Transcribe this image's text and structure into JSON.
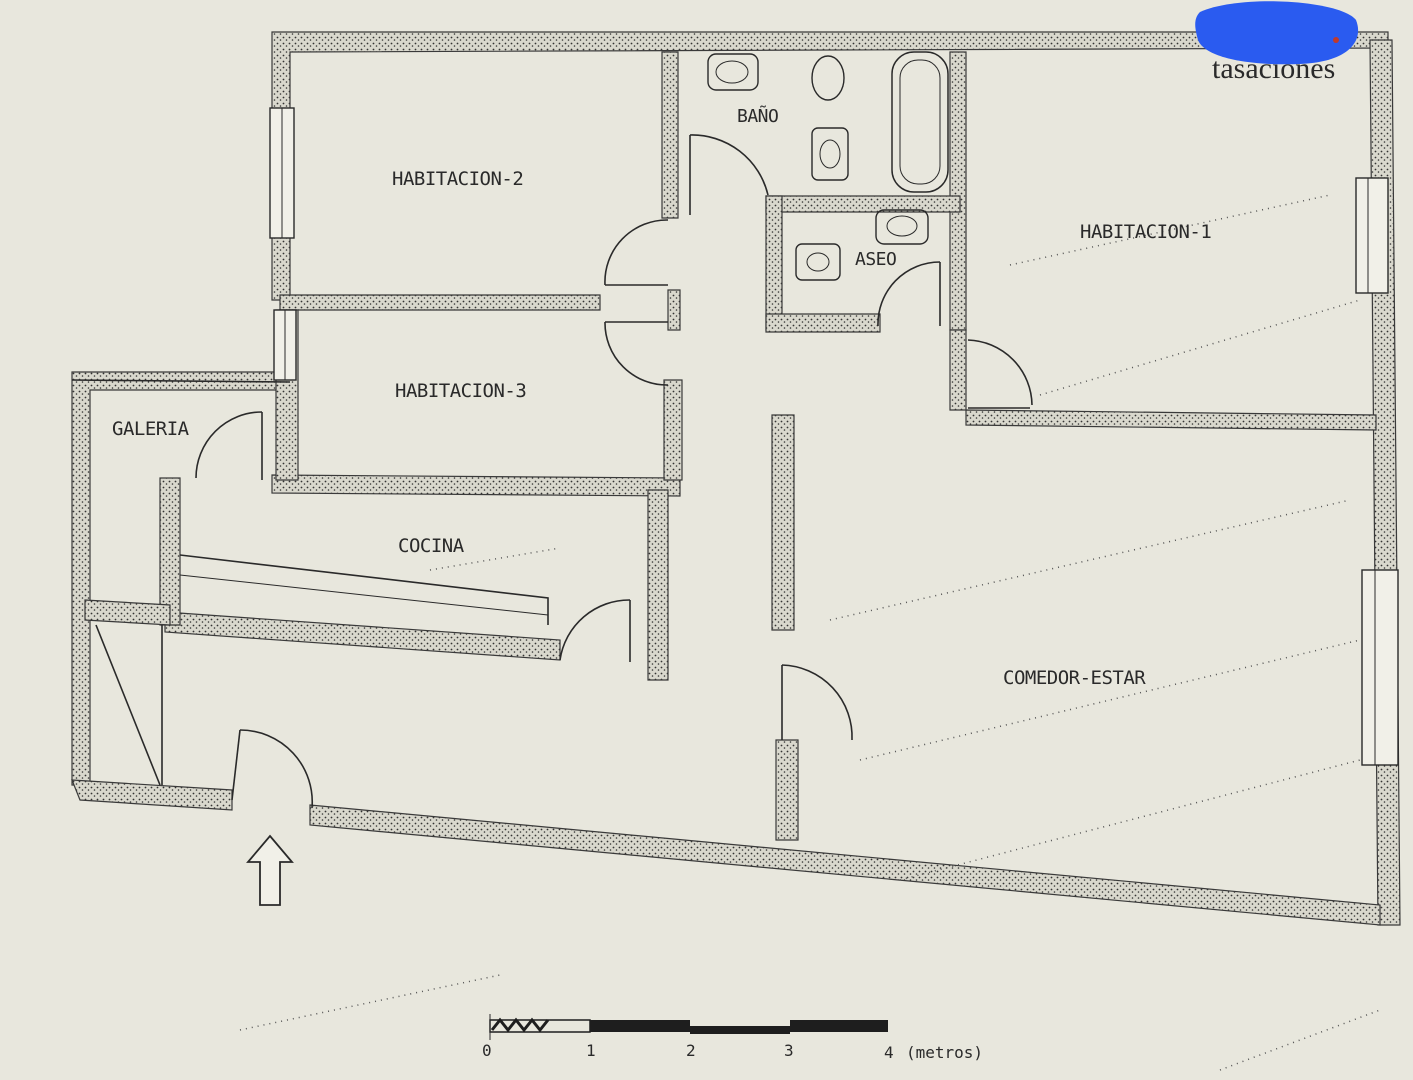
{
  "corner_text": "tasaciones",
  "brand_color": "#2a5bf0",
  "rooms": {
    "habitacion_2": "HABITACION-2",
    "habitacion_3": "HABITACION-3",
    "habitacion_1": "HABITACION-1",
    "bano": "BAÑO",
    "aseo": "ASEO",
    "galeria": "GALERIA",
    "cocina": "COCINA",
    "comedor_estar": "COMEDOR-ESTAR"
  },
  "scale": {
    "ticks": [
      "0",
      "1",
      "2",
      "3",
      "4"
    ],
    "unit": "(metros)"
  },
  "icons": {
    "entrance": "entrance-arrow-icon"
  }
}
